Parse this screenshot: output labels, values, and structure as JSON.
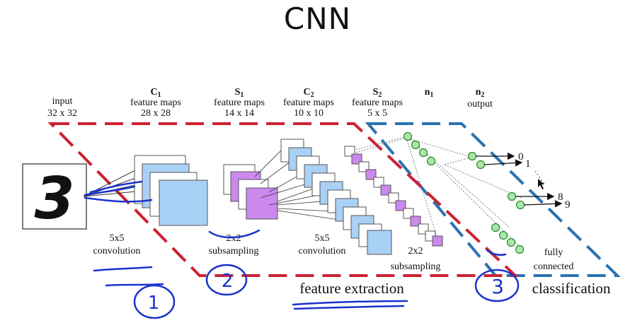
{
  "title": "CNN",
  "layers": [
    {
      "name": "input",
      "size": "32 x 32"
    },
    {
      "name": "C",
      "sub": "1",
      "desc": "feature maps",
      "size": "28 x 28"
    },
    {
      "name": "S",
      "sub": "1",
      "desc": "feature maps",
      "size": "14 x 14"
    },
    {
      "name": "C",
      "sub": "2",
      "desc": "feature maps",
      "size": "10 x 10"
    },
    {
      "name": "S",
      "sub": "2",
      "desc": "feature maps",
      "size": "5 x 5"
    },
    {
      "name": "n",
      "sub": "1"
    },
    {
      "name": "n",
      "sub": "2",
      "desc": "output"
    }
  ],
  "operations": {
    "conv1": [
      "5x5",
      "convolution"
    ],
    "sub1": [
      "2x2",
      "subsampling"
    ],
    "conv2": [
      "5x5",
      "convolution"
    ],
    "sub2": [
      "2x2",
      "subsampling"
    ],
    "fc": [
      "fully",
      "connected"
    ]
  },
  "regions": {
    "feature_extraction": "feature extraction",
    "classification": "classification"
  },
  "input_digit": "3",
  "output_labels": [
    "0",
    "1",
    "8",
    "9"
  ],
  "annotations": [
    "1",
    "2",
    "3"
  ],
  "colors": {
    "feature_box": "#cc2233",
    "class_box": "#2b72b0",
    "map_blue": "#a9d0f5",
    "map_purple": "#cc88ee",
    "neuron": "#a9e6a9",
    "ink": "#1a33cc"
  }
}
